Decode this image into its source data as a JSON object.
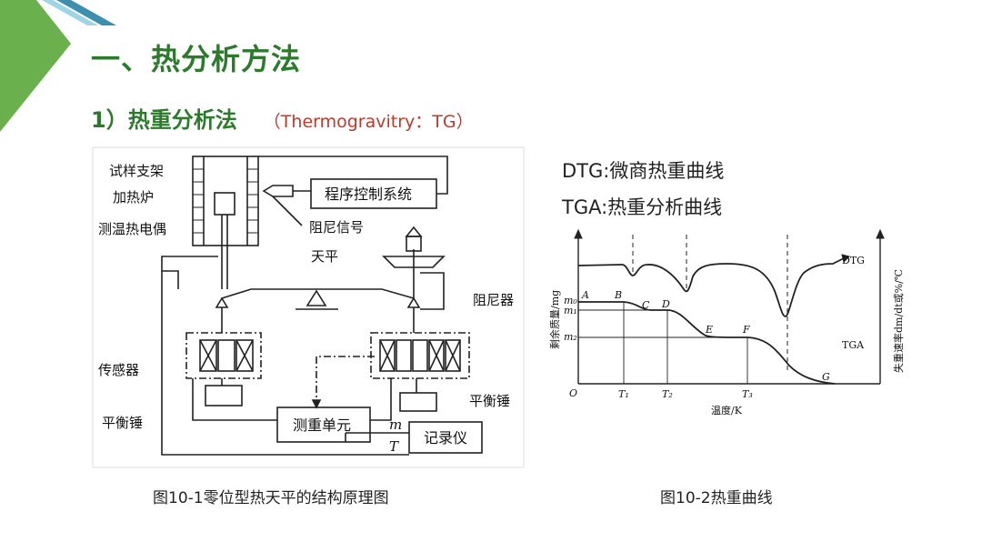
{
  "slide": {
    "title": "一、热分析方法",
    "subtitle": "1）热重分析法",
    "subtitle_en": "（Thermogravitry：TG）"
  },
  "colors": {
    "title": "#2c7a2c",
    "accent_red": "#c0392b",
    "corner_green": "#6ab04c",
    "corner_teal": "#3d8fb0"
  },
  "legend": {
    "dtg": "DTG:微商热重曲线",
    "tga": "TGA:热重分析曲线"
  },
  "diagram1": {
    "caption": "图10-1零位型热天平的结构原理图",
    "labels": {
      "sample_holder": "试样支架",
      "furnace": "加热炉",
      "thermocouple": "测温热电偶",
      "program_control": "程序控制系统",
      "damping_signal": "阻尼信号",
      "balance": "天平",
      "damper": "阻尼器",
      "sensor": "传感器",
      "counterweight_left": "平衡锤",
      "counterweight_right": "平衡锤",
      "weighing_unit": "测重单元",
      "recorder": "记录仪",
      "m": "m",
      "T": "T"
    }
  },
  "diagram2": {
    "caption": "图10-2热重曲线",
    "labels": {
      "y_left": "剩余质量/mg",
      "y_right": "失重速率dm/dt或%/℃",
      "x_axis": "温度/K",
      "dtg": "DTG",
      "tga": "TGA",
      "origin": "O",
      "t1": "T₁",
      "t2": "T₂",
      "t3": "T₃",
      "m0": "m₀",
      "m1": "m₁",
      "m2": "m₂",
      "A": "A",
      "B": "B",
      "C": "C",
      "D": "D",
      "E": "E",
      "F": "F",
      "G": "G"
    }
  }
}
